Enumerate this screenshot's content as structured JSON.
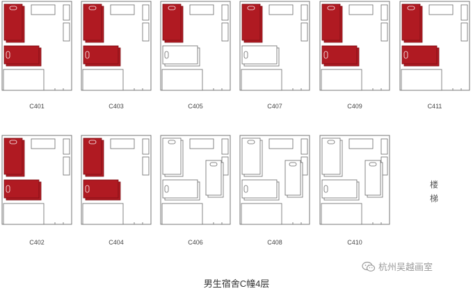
{
  "title": "男生宿舍C幢4层",
  "stairs": "楼梯",
  "watermark": "杭州吴越画室",
  "colors": {
    "occupied": "#b01a22",
    "outline": "#666666",
    "background": "#ffffff"
  },
  "legend_icons": [
    "wechat-icon"
  ],
  "rooms": [
    {
      "id": "C401",
      "bed_top": "occupied",
      "bed_bottom": "occupied"
    },
    {
      "id": "C403",
      "bed_top": "occupied",
      "bed_bottom": "occupied"
    },
    {
      "id": "C405",
      "bed_top": "occupied",
      "bed_bottom": "empty"
    },
    {
      "id": "C407",
      "bed_top": "occupied",
      "bed_bottom": "empty"
    },
    {
      "id": "C409",
      "bed_top": "occupied",
      "bed_bottom": "occupied"
    },
    {
      "id": "C411",
      "bed_top": "occupied",
      "bed_bottom": "occupied"
    },
    {
      "id": "C402",
      "bed_top": "occupied",
      "bed_bottom": "occupied"
    },
    {
      "id": "C404",
      "bed_top": "occupied",
      "bed_bottom": "occupied"
    },
    {
      "id": "C406",
      "bed_top": "empty",
      "bed_bottom": "empty",
      "bed_right": "empty"
    },
    {
      "id": "C408",
      "bed_top": "empty",
      "bed_bottom": "empty",
      "bed_right": "empty"
    },
    {
      "id": "C410",
      "bed_top": "empty",
      "bed_bottom": "empty",
      "bed_right": "empty"
    }
  ]
}
